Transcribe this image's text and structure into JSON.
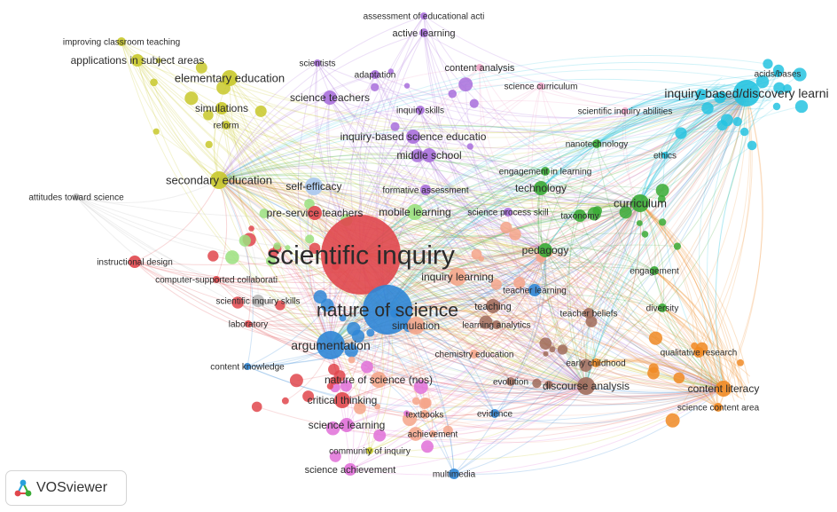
{
  "app": {
    "name": "VOSviewer",
    "logo_icon": "vosviewer-logo-icon"
  },
  "clusters": {
    "red": "#e0474c",
    "green": "#3aaa35",
    "blue": "#2f86d6",
    "yellow": "#c8c82a",
    "purple": "#a86fdc",
    "cyan": "#26c3e0",
    "orange": "#f08a24",
    "brown": "#a06b5b",
    "pink": "#f0a6c8",
    "lightgreen": "#9be17f",
    "lightblue": "#a8c8f0",
    "salmon": "#f4a58a",
    "gray": "#b9b9b9",
    "magenta": "#e070d8"
  },
  "terms": [
    {
      "label": "scientific inquiry",
      "cluster": "red",
      "weight": 10
    },
    {
      "label": "nature of science",
      "cluster": "blue",
      "weight": 7
    },
    {
      "label": "argumentation",
      "cluster": "blue",
      "weight": 4
    },
    {
      "label": "inquiry-based/discovery learni",
      "cluster": "cyan",
      "weight": 4
    },
    {
      "label": "curriculum",
      "cluster": "green",
      "weight": 3
    },
    {
      "label": "secondary education",
      "cluster": "yellow",
      "weight": 3
    },
    {
      "label": "elementary education",
      "cluster": "yellow",
      "weight": 3
    },
    {
      "label": "applications in subject areas",
      "cluster": "yellow",
      "weight": 2
    },
    {
      "label": "improving classroom teaching",
      "cluster": "yellow",
      "weight": 1
    },
    {
      "label": "simulations",
      "cluster": "yellow",
      "weight": 2
    },
    {
      "label": "reform",
      "cluster": "yellow",
      "weight": 1
    },
    {
      "label": "assessment of educational acti",
      "cluster": "purple",
      "weight": 1
    },
    {
      "label": "active learning",
      "cluster": "purple",
      "weight": 1
    },
    {
      "label": "scientists",
      "cluster": "purple",
      "weight": 1
    },
    {
      "label": "adaptation",
      "cluster": "purple",
      "weight": 1
    },
    {
      "label": "content analysis",
      "cluster": "pink",
      "weight": 1
    },
    {
      "label": "science curriculum",
      "cluster": "pink",
      "weight": 1
    },
    {
      "label": "science teachers",
      "cluster": "purple",
      "weight": 2
    },
    {
      "label": "inquiry skills",
      "cluster": "purple",
      "weight": 1
    },
    {
      "label": "scientific inquiry abilities",
      "cluster": "pink",
      "weight": 1
    },
    {
      "label": "acids/bases",
      "cluster": "cyan",
      "weight": 1
    },
    {
      "label": "inquiry-based science educatio",
      "cluster": "purple",
      "weight": 2
    },
    {
      "label": "nanotechnology",
      "cluster": "green",
      "weight": 1
    },
    {
      "label": "ethics",
      "cluster": "cyan",
      "weight": 1
    },
    {
      "label": "middle school",
      "cluster": "purple",
      "weight": 2
    },
    {
      "label": "self-efficacy",
      "cluster": "lightblue",
      "weight": 2
    },
    {
      "label": "engagement in learning",
      "cluster": "green",
      "weight": 1
    },
    {
      "label": "technology",
      "cluster": "green",
      "weight": 2
    },
    {
      "label": "formative assessment",
      "cluster": "purple",
      "weight": 1
    },
    {
      "label": "attitudes toward science",
      "cluster": "gray",
      "weight": 1
    },
    {
      "label": "pre-service teachers",
      "cluster": "red",
      "weight": 2
    },
    {
      "label": "mobile learning",
      "cluster": "lightgreen",
      "weight": 2
    },
    {
      "label": "science process skill",
      "cluster": "purple",
      "weight": 1
    },
    {
      "label": "taxonomy",
      "cluster": "green",
      "weight": 1
    },
    {
      "label": "pedagogy",
      "cluster": "green",
      "weight": 2
    },
    {
      "label": "instructional design",
      "cluster": "red",
      "weight": 1
    },
    {
      "label": "engagement",
      "cluster": "green",
      "weight": 1
    },
    {
      "label": "computer-supported collaborati",
      "cluster": "red",
      "weight": 1
    },
    {
      "label": "inquiry learning",
      "cluster": "salmon",
      "weight": 2
    },
    {
      "label": "teacher learning",
      "cluster": "blue",
      "weight": 1
    },
    {
      "label": "scientific inquiry skills",
      "cluster": "gray",
      "weight": 1
    },
    {
      "label": "teaching",
      "cluster": "brown",
      "weight": 2
    },
    {
      "label": "teacher beliefs",
      "cluster": "brown",
      "weight": 1
    },
    {
      "label": "diversity",
      "cluster": "green",
      "weight": 1
    },
    {
      "label": "laboratory",
      "cluster": "red",
      "weight": 1
    },
    {
      "label": "simulation",
      "cluster": "salmon",
      "weight": 2
    },
    {
      "label": "learning analytics",
      "cluster": "brown",
      "weight": 1
    },
    {
      "label": "qualitative research",
      "cluster": "orange",
      "weight": 1
    },
    {
      "label": "content knowledge",
      "cluster": "blue",
      "weight": 1
    },
    {
      "label": "chemistry education",
      "cluster": "salmon",
      "weight": 1
    },
    {
      "label": "early childhood",
      "cluster": "orange",
      "weight": 1
    },
    {
      "label": "nature of science (nos)",
      "cluster": "salmon",
      "weight": 2
    },
    {
      "label": "evolution",
      "cluster": "brown",
      "weight": 1
    },
    {
      "label": "discourse analysis",
      "cluster": "brown",
      "weight": 2
    },
    {
      "label": "content literacy",
      "cluster": "orange",
      "weight": 2
    },
    {
      "label": "critical thinking",
      "cluster": "red",
      "weight": 2
    },
    {
      "label": "textbooks",
      "cluster": "salmon",
      "weight": 1
    },
    {
      "label": "evidence",
      "cluster": "blue",
      "weight": 1
    },
    {
      "label": "science content area",
      "cluster": "orange",
      "weight": 1
    },
    {
      "label": "science learning",
      "cluster": "magenta",
      "weight": 2
    },
    {
      "label": "achievement",
      "cluster": "salmon",
      "weight": 1
    },
    {
      "label": "community of inquiry",
      "cluster": "yellow",
      "weight": 1
    },
    {
      "label": "science achievement",
      "cluster": "magenta",
      "weight": 1
    },
    {
      "label": "multimedia",
      "cluster": "blue",
      "weight": 1
    }
  ]
}
